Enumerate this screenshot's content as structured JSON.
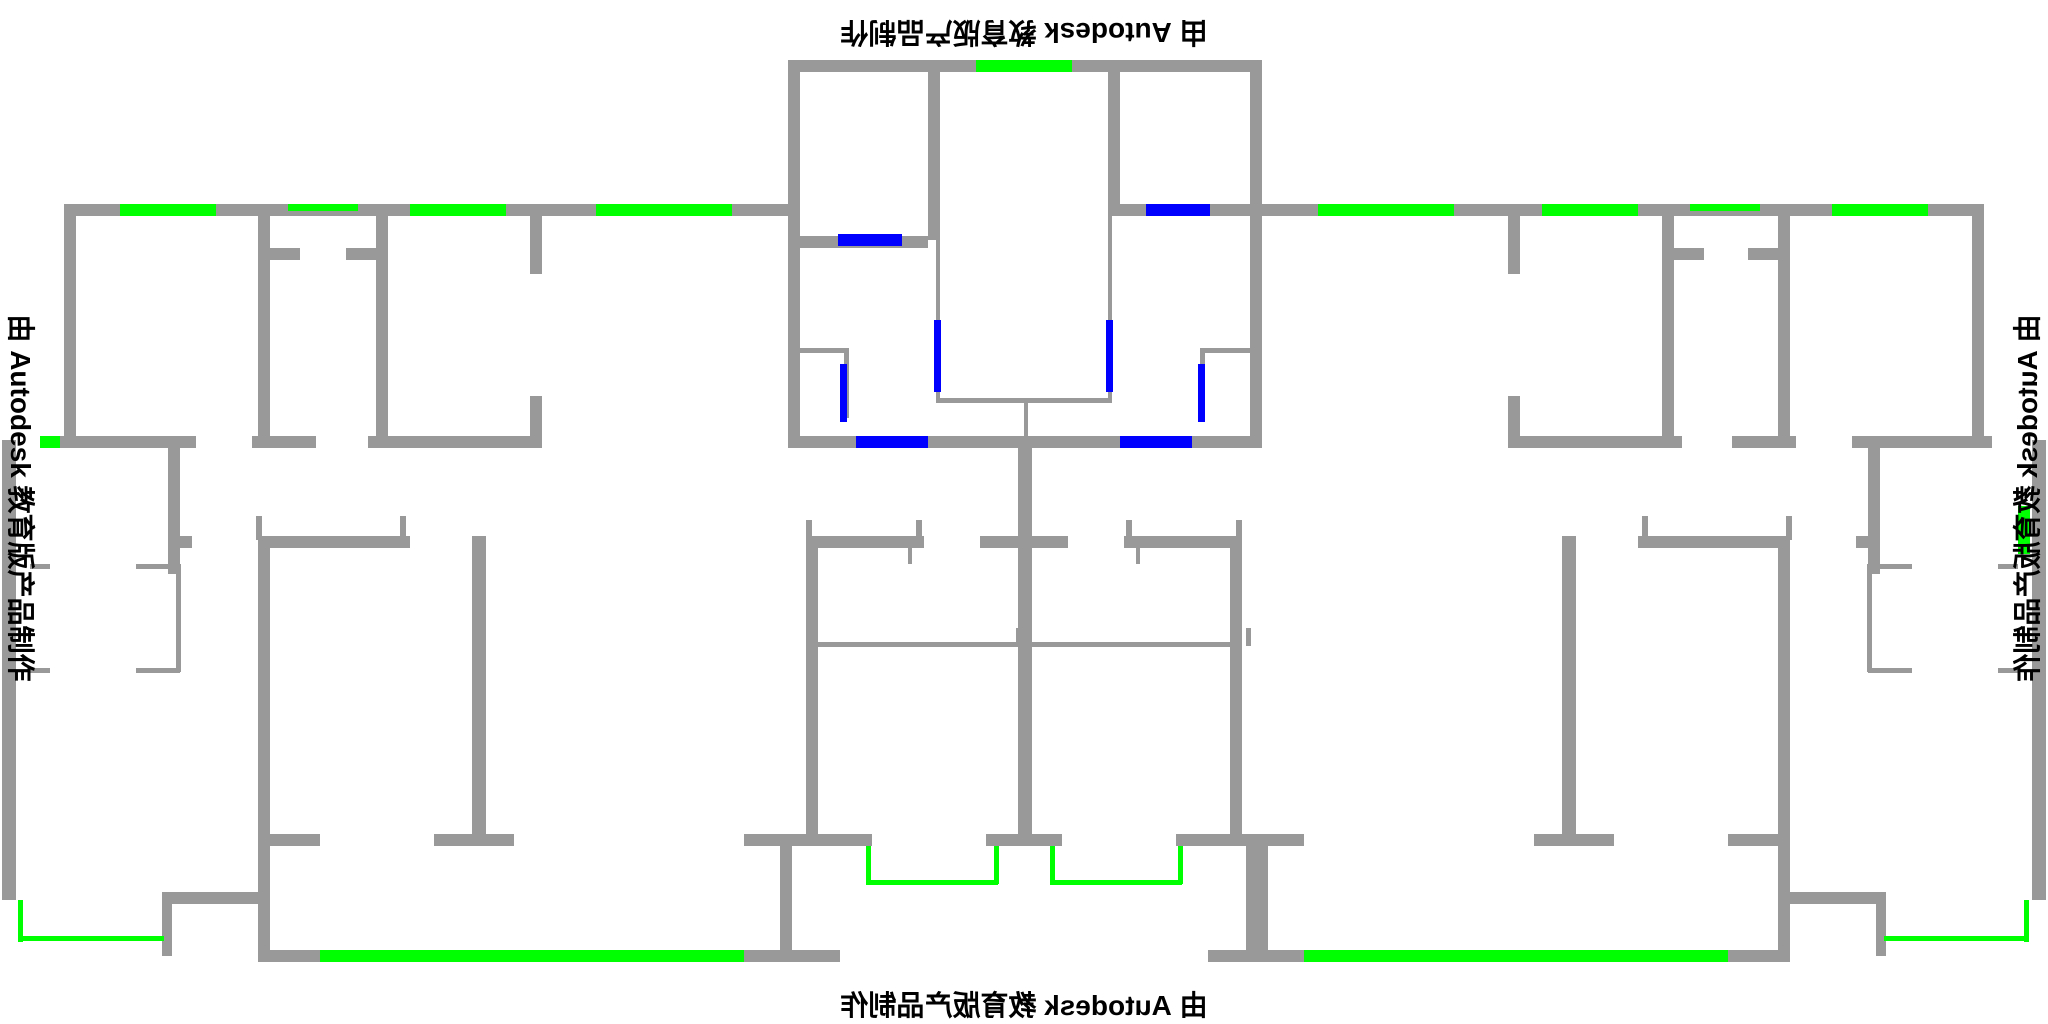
{
  "watermarks": {
    "top": "由 Autodesk 教育版产品制作",
    "bottom": "由 Autodesk 教育版产品制作",
    "left": "由 Autodesk 教育版产品制作",
    "right": "由 Autodesk 教育版产品制作"
  },
  "colors": {
    "background": "#ffffff",
    "wall": "#999999",
    "window": "#00ff00",
    "door": "#0000ff"
  },
  "legend_semantics": {
    "wall": "gray wall segments",
    "window": "green window segments",
    "door": "blue door segments"
  }
}
